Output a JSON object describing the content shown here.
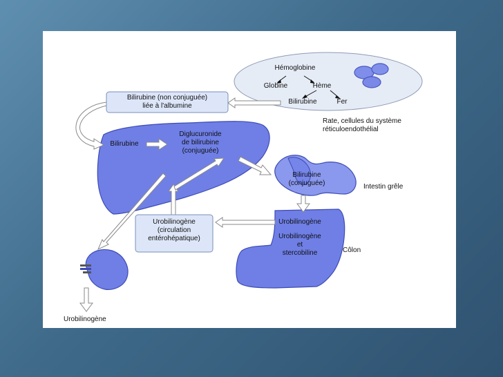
{
  "diagram": {
    "spleen": {
      "hemoglobin": "Hémoglobine",
      "globin": "Globine",
      "heme": "Hème",
      "bilirubin": "Bilirubine",
      "iron": "Fer",
      "caption_line1": "Rate, cellules du système",
      "caption_line2": "réticuloendothélial"
    },
    "unconjugated_box": {
      "line1": "Bilirubine (non conjuguée)",
      "line2": "liée à l'albumine"
    },
    "liver": {
      "bilirubin": "Bilirubine",
      "diglucuronide_line1": "Diglucuronide",
      "diglucuronide_line2": "de bilirubine",
      "diglucuronide_line3": "(conjuguée)"
    },
    "intestine": {
      "line1": "Bilirubine",
      "line2": "(conjuguée)",
      "caption": "Intestin grêle"
    },
    "colon": {
      "urobilinogen": "Urobilinogène",
      "uro_sterco_line1": "Urobilinogène",
      "uro_sterco_line2": "et",
      "uro_sterco_line3": "stercobiline",
      "caption": "Côlon"
    },
    "enterohepatic_box": {
      "line1": "Urobilinogène",
      "line2": "(circulation",
      "line3": "entérohépatique)"
    },
    "kidney": {
      "output": "Urobilinogène"
    },
    "colors": {
      "organ_fill": "#6f7fe6",
      "organ_stroke": "#3d4bb3",
      "box_fill": "#dde6f8",
      "box_stroke": "#7a8fb8",
      "spleen_fill": "#e6ecf6",
      "arrow_fill": "#ffffff",
      "arrow_stroke": "#8a8a8a"
    }
  }
}
